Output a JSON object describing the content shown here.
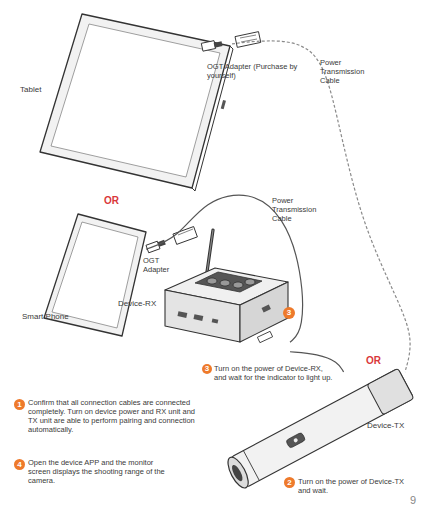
{
  "diagram": {
    "nodes": [
      {
        "text": [
          "Tablet"
        ]
      },
      {
        "text": [
          "Smart Phone"
        ]
      },
      {
        "text": [
          "Device-RX"
        ]
      },
      {
        "text": [
          "3"
        ]
      },
      {
        "text": [
          "3"
        ]
      },
      {
        "text": [
          "Device-TX"
        ]
      },
      {
        "text": [
          "1"
        ]
      },
      {
        "text": [
          "4"
        ]
      },
      {
        "text": [
          "2"
        ]
      }
    ],
    "edges": [
      {
        "from": 0,
        "to": 5,
        "arrow": "none"
      },
      {
        "from": 1,
        "to": 2,
        "arrow": "none"
      },
      {
        "from": 2,
        "to": 5,
        "arrow": "none"
      }
    ],
    "labels": [
      "OGT Adapter (Purchase by yourself)",
      "Power Transmission Cable",
      "OR",
      "OGT Adapter",
      "Power Transmission Cable",
      "Turn on the power of Device-RX, and wait for the indicator to light up.",
      "OR",
      "Confirm that all connection cables are connected completely. Turn on device power and RX unit and TX unit are able to perform pairing and connection automatically.",
      "Turn on the power of Device-TX and wait.",
      "Open the device APP and the monitor screen displays the shooting range of the camera.",
      "9"
    ]
  }
}
